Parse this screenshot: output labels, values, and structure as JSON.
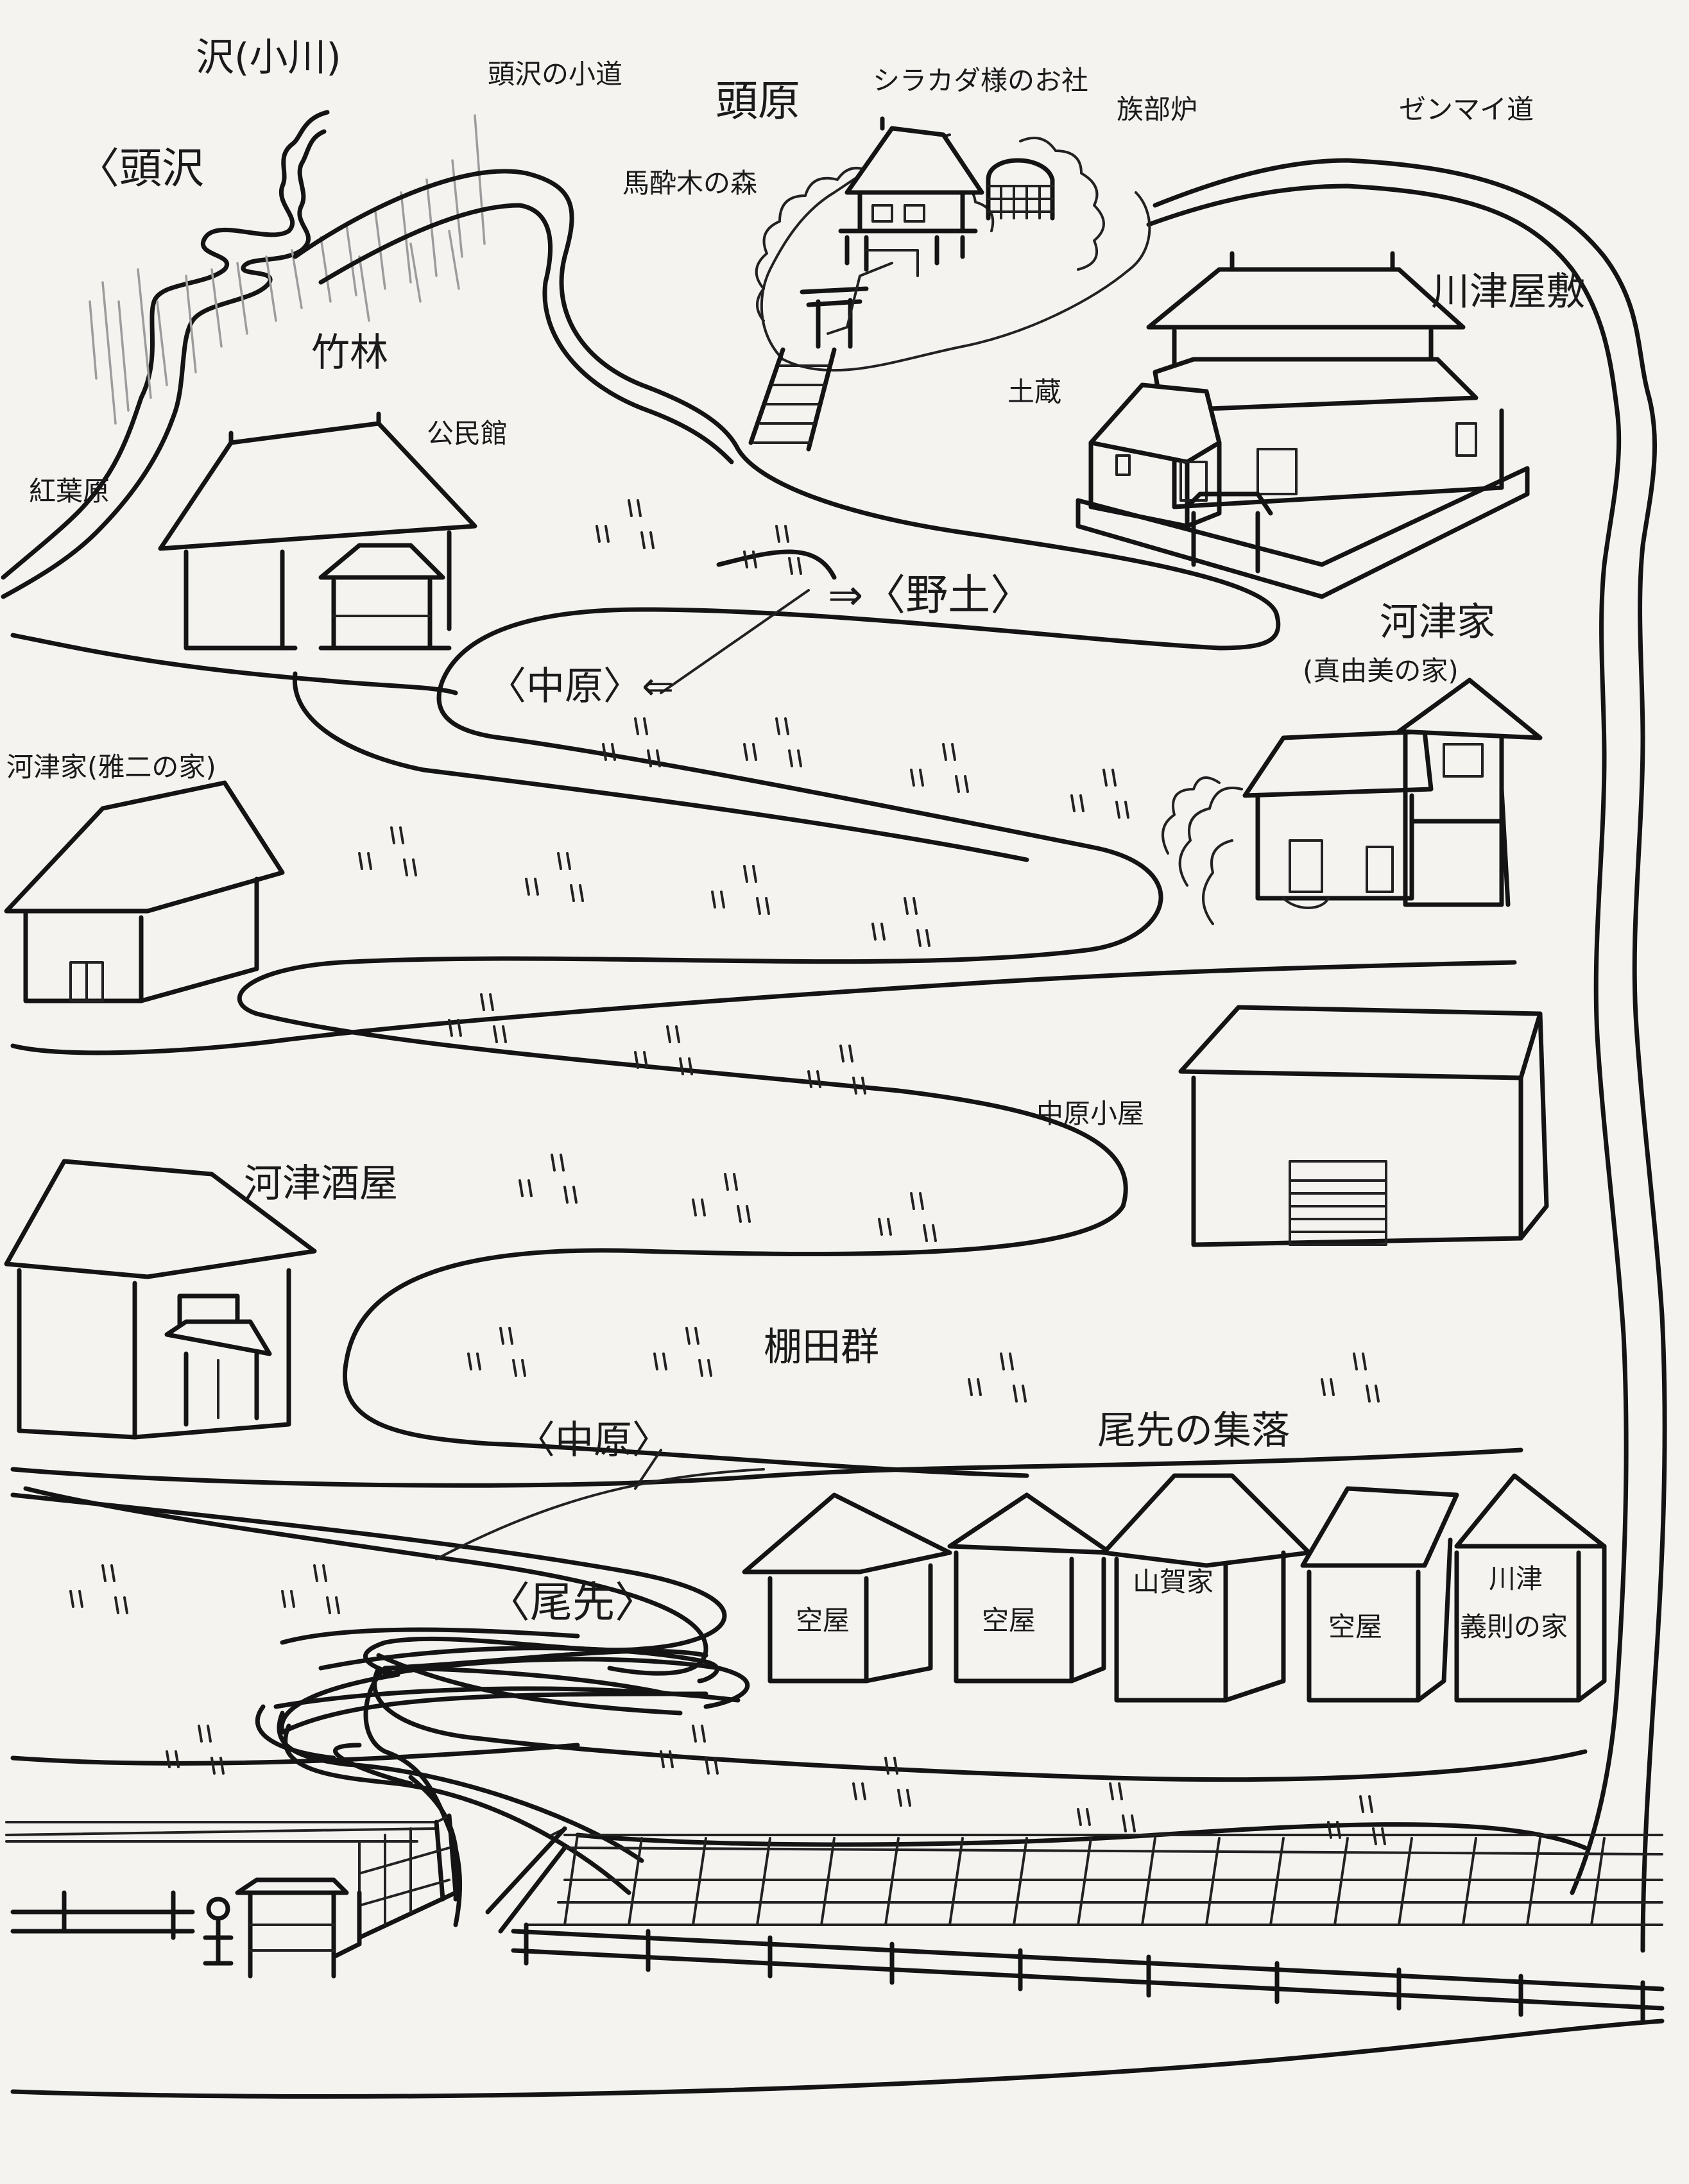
{
  "labels": {
    "stream": "沢(小川)",
    "kashirasawa": "〈頭沢",
    "kashirasawa_path": "頭沢の小道",
    "kashirahara": "頭原",
    "shrine": "シラカダ様のお社",
    "furnace": "族部炉",
    "zenmai_path": "ゼンマイ道",
    "horse_tree_grove": "馬酔木の森",
    "bamboo_grove": "竹林",
    "momijihara": "紅葉原",
    "community_hall": "公民館",
    "kawazu_mansion": "川津屋敷",
    "storehouse": "土蔵",
    "nozuchi": "⇒〈野土〉",
    "nakahara_1": "〈中原〉⇐",
    "kawazu_mayumi_title": "河津家",
    "kawazu_mayumi_sub": "(真由美の家)",
    "kawazu_masaji": "河津家(雅二の家)",
    "nakahara_hut": "中原小屋",
    "kawazu_sakaya": "河津酒屋",
    "terraced_fields": "棚田群",
    "nakahara_2": "〈中原〉",
    "osaki_village": "尾先の集落",
    "osaki": "〈尾先〉"
  },
  "row_houses": [
    {
      "label": "空屋"
    },
    {
      "label": "空屋"
    },
    {
      "label": "山賀家"
    },
    {
      "label": "空屋"
    },
    {
      "label_line1": "川津",
      "label_line2": "義則の家"
    }
  ],
  "colors": {
    "ink": "#141414",
    "paper": "#f4f3f0",
    "bamboo": "#9c9c9c"
  }
}
